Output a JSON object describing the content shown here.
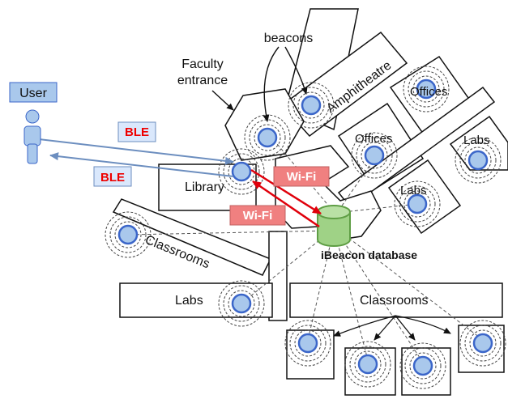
{
  "labels": {
    "user": "User",
    "beacons": "beacons",
    "faculty_line1": "Faculty",
    "faculty_line2": "entrance",
    "amphitheatre": "Amphitheatre",
    "offices_1": "Offices",
    "offices_2": "Offices",
    "labs_right": "Labs",
    "labs_mid": "Labs",
    "library": "Library",
    "classrooms_left": "Classrooms",
    "labs_left": "Labs",
    "classrooms_bottom": "Classrooms",
    "database": "iBeacon database"
  },
  "tags": {
    "ble_top": "BLE",
    "ble_bottom": "BLE",
    "wifi_top": "Wi-Fi",
    "wifi_bottom": "Wi-Fi"
  },
  "colors": {
    "beacon_fill": "#a9c8ec",
    "beacon_stroke": "#3b66c9",
    "ble_arrow": "#6c8ebf",
    "wifi_arrow": "#e0000b",
    "ble_tag_bg": "#dae8fc",
    "ble_tag_text": "#ee0000",
    "wifi_tag_bg": "#f08080",
    "db_fill": "#9fd286",
    "db_stroke": "#5f9e45",
    "user_fill": "#a9c8ec"
  }
}
